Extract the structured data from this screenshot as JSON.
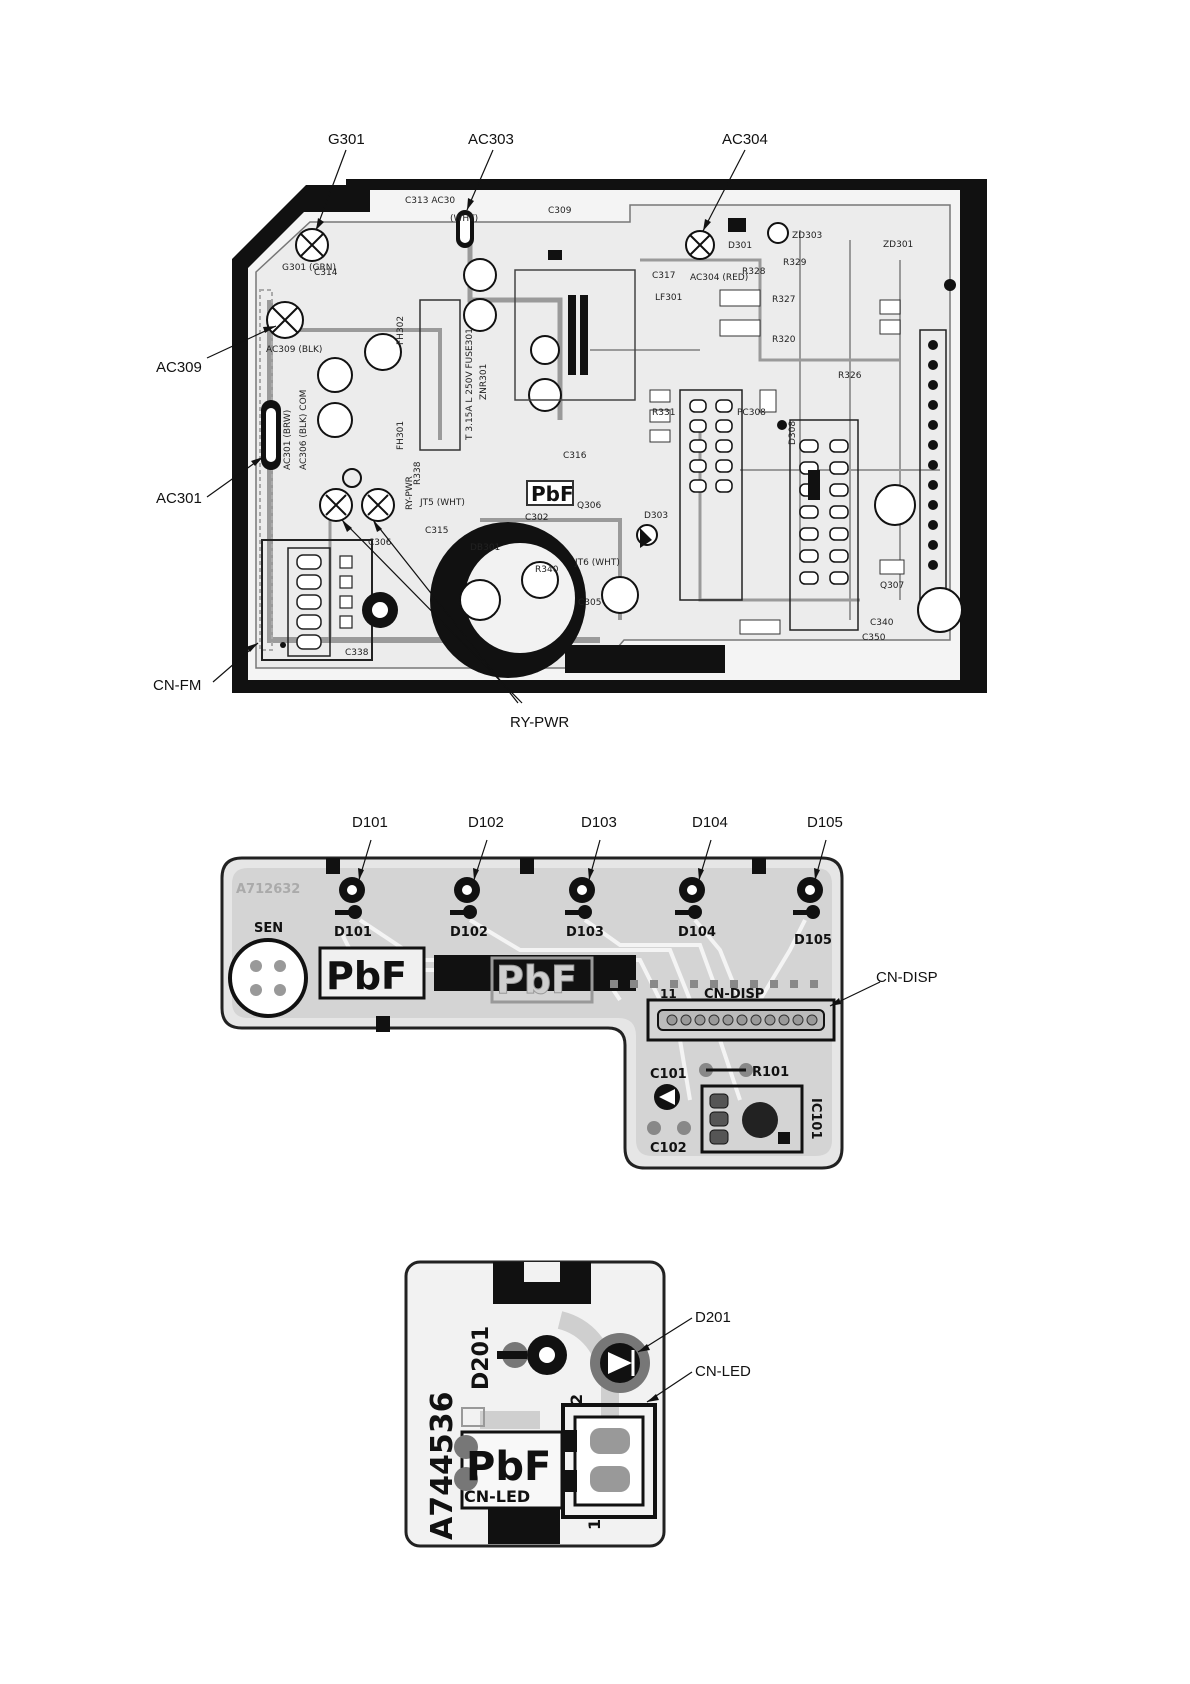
{
  "main_board": {
    "callouts": {
      "g301": "G301",
      "ac303": "AC303",
      "ac304": "AC304",
      "ac309": "AC309",
      "ac301": "AC301",
      "cn_fm": "CN-FM",
      "ry_pwr": "RY-PWR"
    },
    "silkscreen": {
      "c313": "C313 AC30",
      "c309": "C309",
      "g301_grn": "G301 (GRN)",
      "c314": "C314",
      "ac309_blk": "AC309 (BLK)",
      "ac301_brw": "AC301 (BRW)",
      "ac306": "AC306 (BLK) COM",
      "fh302": "FH302",
      "fh301": "FH301",
      "fuse": "T 3.15A L 250V FUSE301",
      "znr301": "ZNR301",
      "r338": "R338",
      "ry_pwr": "RY-PWR",
      "jt5": "JT5 (WHT)",
      "c315": "C315",
      "c306": "C306",
      "db301": "DB301",
      "c338": "C338",
      "c317": "C317",
      "ac304_red": "AC304 (RED)",
      "lf301": "LF301",
      "d301": "D301",
      "zd303": "ZD303",
      "zd301": "ZD301",
      "r329": "R329",
      "r328": "R328",
      "r327": "R327",
      "r320": "R320",
      "r326": "R326",
      "r331": "R331",
      "pc308": "PC308",
      "d308": "D308",
      "c316": "C316",
      "q306": "Q306",
      "c302": "C302",
      "d303": "D303",
      "jt6": "JT6 (WHT)",
      "c305": "C305",
      "r340": "R340",
      "c340": "C340",
      "c350": "C350",
      "q307": "Q307",
      "pbf": "PbF",
      "wht": "(WHT)"
    }
  },
  "display_board": {
    "callouts": {
      "d101": "D101",
      "d102": "D102",
      "d103": "D103",
      "d104": "D104",
      "d105": "D105",
      "cn_disp": "CN-DISP"
    },
    "silkscreen": {
      "part_no": "A712632",
      "sen": "SEN",
      "d101": "D101",
      "d102": "D102",
      "d103": "D103",
      "d104": "D104",
      "d105": "D105",
      "pbf_1": "PbF",
      "pbf_2": "PbF",
      "cn_disp": "CN-DISP",
      "pin_11": "11",
      "c101": "C101",
      "r101": "R101",
      "c102": "C102",
      "ic101": "IC101"
    }
  },
  "led_board": {
    "callouts": {
      "d201": "D201",
      "cn_led": "CN-LED"
    },
    "silkscreen": {
      "part_no": "A744536",
      "d201": "D201",
      "pbf": "PbF",
      "cn_led": "CN-LED",
      "pin_2": "2",
      "pin_1": "1"
    }
  }
}
